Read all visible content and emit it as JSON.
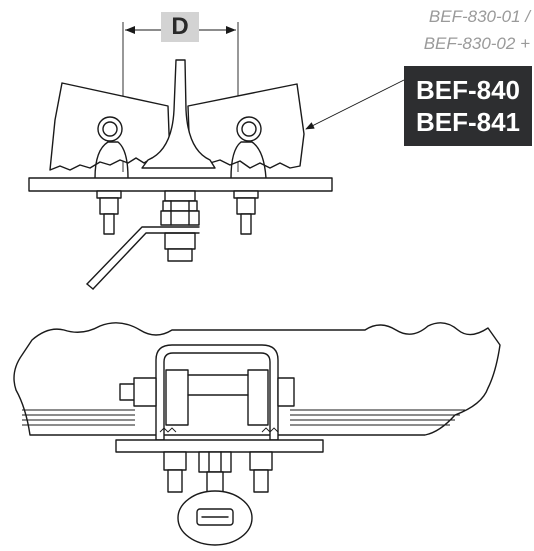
{
  "dimension_label": "D",
  "compatible_codes": [
    "BEF-830-01 /",
    "BEF-830-02 +"
  ],
  "model_codes": [
    "BEF-840",
    "BEF-841"
  ],
  "colors": {
    "label_box_bg": "#2d2e30",
    "label_box_text": "#ffffff",
    "dimension_box_bg": "#d3d3d3",
    "code_text": "#9a9a9a",
    "line_color": "#1a1a1a"
  }
}
